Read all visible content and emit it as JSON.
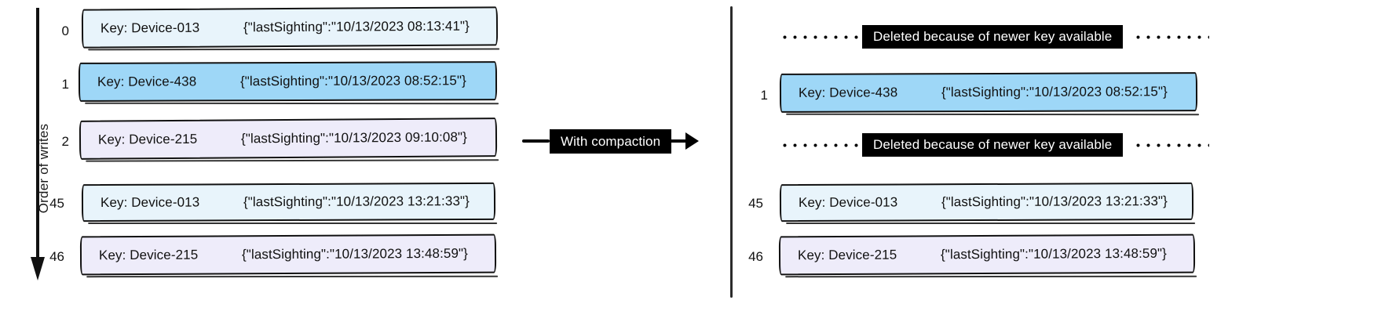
{
  "diagram": {
    "axis_label": "Order of writes",
    "transition_label": "With compaction",
    "deleted_note": "Deleted because of newer key available"
  },
  "left_panel": {
    "title": "Order of writes",
    "records": [
      {
        "index": "0",
        "key": "Key: Device-013",
        "value": "{\"lastSighting\":\"10/13/2023 08:13:41\"}",
        "color": "light"
      },
      {
        "index": "1",
        "key": "Key: Device-438",
        "value": "{\"lastSighting\":\"10/13/2023 08:52:15\"}",
        "color": "blue"
      },
      {
        "index": "2",
        "key": "Key: Device-215",
        "value": "{\"lastSighting\":\"10/13/2023 09:10:08\"}",
        "color": "lav"
      },
      {
        "index": "45",
        "key": "Key: Device-013",
        "value": "{\"lastSighting\":\"10/13/2023 13:21:33\"}",
        "color": "light"
      },
      {
        "index": "46",
        "key": "Key: Device-215",
        "value": "{\"lastSighting\":\"10/13/2023 13:48:59\"}",
        "color": "lav"
      }
    ]
  },
  "right_panel": {
    "rows": [
      {
        "type": "deleted",
        "note": "Deleted because of newer key available"
      },
      {
        "type": "record",
        "index": "1",
        "key": "Key: Device-438",
        "value": "{\"lastSighting\":\"10/13/2023 08:52:15\"}",
        "color": "blue"
      },
      {
        "type": "deleted",
        "note": "Deleted because of newer key available"
      },
      {
        "type": "record",
        "index": "45",
        "key": "Key: Device-013",
        "value": "{\"lastSighting\":\"10/13/2023 13:21:33\"}",
        "color": "light"
      },
      {
        "type": "record",
        "index": "46",
        "key": "Key: Device-215",
        "value": "{\"lastSighting\":\"10/13/2023 13:48:59\"}",
        "color": "lav"
      }
    ]
  },
  "colors": {
    "light_blue": "#e8f4fb",
    "blue": "#9ed7f7",
    "lavender": "#eeecfa",
    "stroke": "#111111",
    "tag_background": "#000000",
    "tag_text": "#ffffff"
  }
}
